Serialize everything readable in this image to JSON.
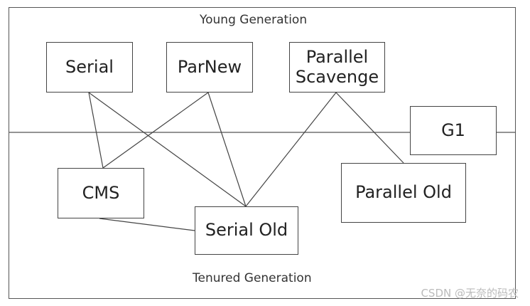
{
  "diagram": {
    "young_generation_label": "Young Generation",
    "tenured_generation_label": "Tenured Generation",
    "collectors": {
      "serial": "Serial",
      "parnew": "ParNew",
      "parallel_scavenge": "Parallel\nScavenge",
      "g1": "G1",
      "cms": "CMS",
      "serial_old": "Serial Old",
      "parallel_old": "Parallel Old"
    },
    "links": [
      [
        "serial",
        "cms"
      ],
      [
        "serial",
        "serial_old"
      ],
      [
        "parnew",
        "cms"
      ],
      [
        "parnew",
        "serial_old"
      ],
      [
        "parallel_scavenge",
        "serial_old"
      ],
      [
        "parallel_scavenge",
        "parallel_old"
      ],
      [
        "cms",
        "serial_old"
      ]
    ]
  },
  "watermark": "CSDN @无奈的码农"
}
